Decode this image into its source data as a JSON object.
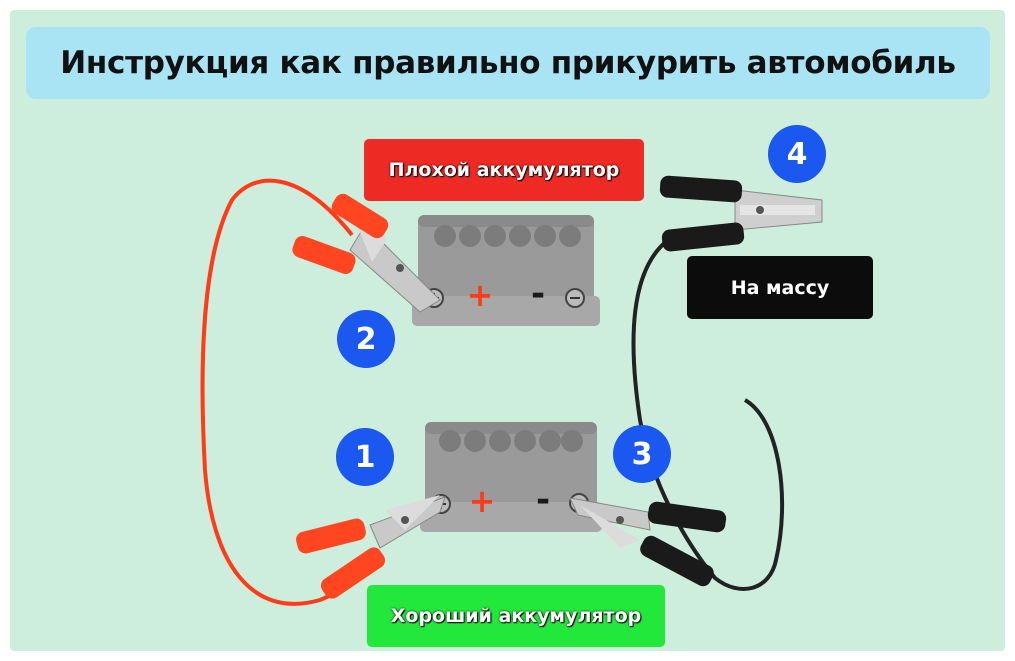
{
  "title": "Инструкция как правильно прикурить автомобиль",
  "labels": {
    "bad_battery": "Плохой аккумулятор",
    "good_battery": "Хороший аккумулятор",
    "ground": "На массу"
  },
  "steps": [
    "1",
    "2",
    "3",
    "4"
  ],
  "terminals": {
    "plus": "+",
    "minus": "-"
  },
  "colors": {
    "title_bg": "#a8e4f4",
    "panel_bg": "#cdeedd",
    "bad_label": "#ee2a24",
    "good_label": "#22e83c",
    "ground_label": "#0c0c0c",
    "step_circle": "#1b58f0",
    "red_cable": "#ff3b1a",
    "black_cable": "#1a1a1a",
    "battery": "#9a9a9a"
  }
}
